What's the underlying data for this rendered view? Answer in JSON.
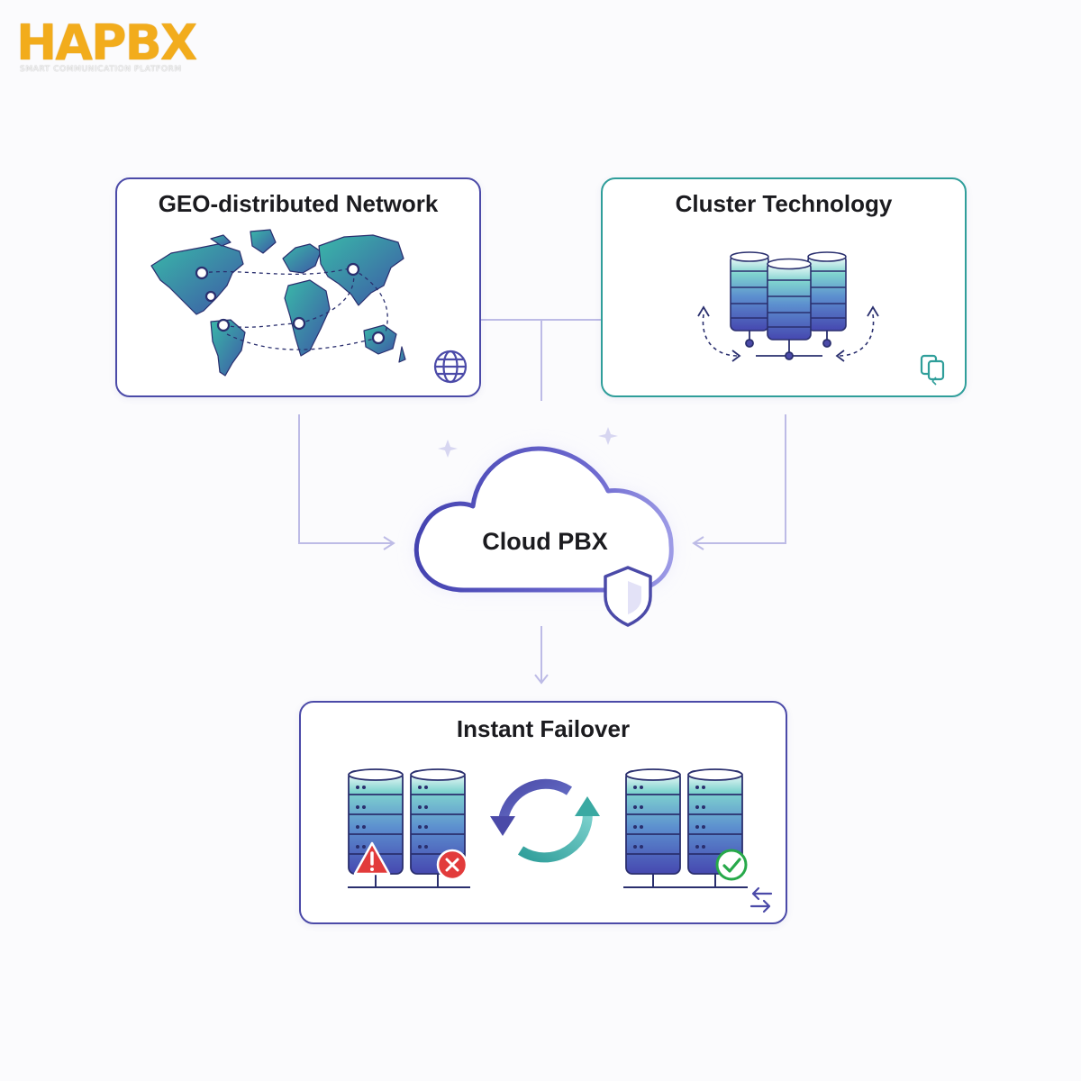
{
  "logo": {
    "text": "HAPBX",
    "tagline": "SMART COMMUNICATION PLATFORM"
  },
  "nodes": {
    "geo": {
      "title": "GEO-distributed Network"
    },
    "cluster": {
      "title": "Cluster Technology"
    },
    "cloud": {
      "label": "Cloud PBX"
    },
    "failover": {
      "title": "Instant Failover"
    }
  },
  "edges": [
    {
      "from": "geo",
      "to": "cloud"
    },
    {
      "from": "cluster",
      "to": "cloud"
    },
    {
      "from": "geo",
      "to": "cluster"
    },
    {
      "from": "cloud",
      "to": "failover"
    }
  ],
  "icons": [
    "globe-icon",
    "failover-swap-icon",
    "shield-icon",
    "sync-icon",
    "warning-icon",
    "error-icon",
    "check-icon",
    "server-icon",
    "map-pin-icon"
  ],
  "colors": {
    "primary": "#4b4aa8",
    "teal": "#2f9e9a",
    "connector": "#b9b8e4",
    "logo": "#f2ac1c",
    "warning": "#e23b3b",
    "success": "#27a94a"
  }
}
